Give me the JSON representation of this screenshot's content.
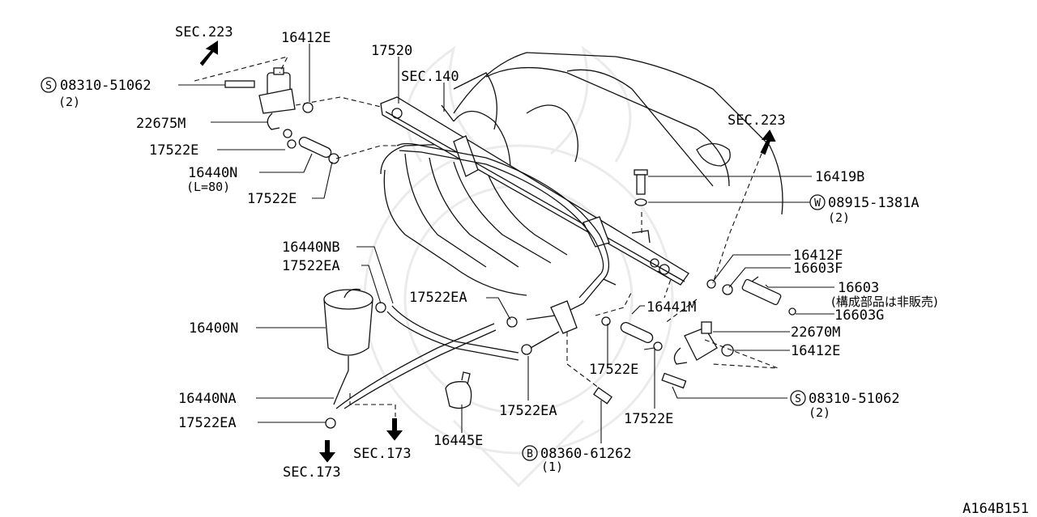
{
  "diagram_id": "A164B151",
  "sections": {
    "sec223_left": "SEC.223",
    "sec223_right": "SEC.223",
    "sec140": "SEC.140",
    "sec173_left": "SEC.173",
    "sec173_right": "SEC.173"
  },
  "parts": {
    "p16412E_top": "16412E",
    "p17520": "17520",
    "p22675M": "22675M",
    "p17522E_a": "17522E",
    "p16440N": "16440N",
    "p16440N_note": "(L=80)",
    "p17522E_b": "17522E",
    "p16419B": "16419B",
    "p16440NB": "16440NB",
    "p17522EA_a": "17522EA",
    "p17522EA_b": "17522EA",
    "p16400N": "16400N",
    "p16440NA": "16440NA",
    "p17522EA_c": "17522EA",
    "p16445E": "16445E",
    "p17522EA_d": "17522EA",
    "p16441M": "16441M",
    "p17522E_c": "17522E",
    "p17522E_d": "17522E",
    "p16412F": "16412F",
    "p16603F": "16603F",
    "p16603": "16603",
    "p16603_note": "(構成部品は非販売)",
    "p16603G": "16603G",
    "p22670M": "22670M",
    "p16412E_right": "16412E"
  },
  "fasteners": {
    "screw_left": {
      "symbol": "S",
      "number": "08310-51062",
      "qty": "(2)"
    },
    "washer": {
      "symbol": "W",
      "number": "08915-1381A",
      "qty": "(2)"
    },
    "screw_right": {
      "symbol": "S",
      "number": "08310-51062",
      "qty": "(2)"
    },
    "bolt": {
      "symbol": "B",
      "number": "08360-61262",
      "qty": "(1)"
    }
  }
}
